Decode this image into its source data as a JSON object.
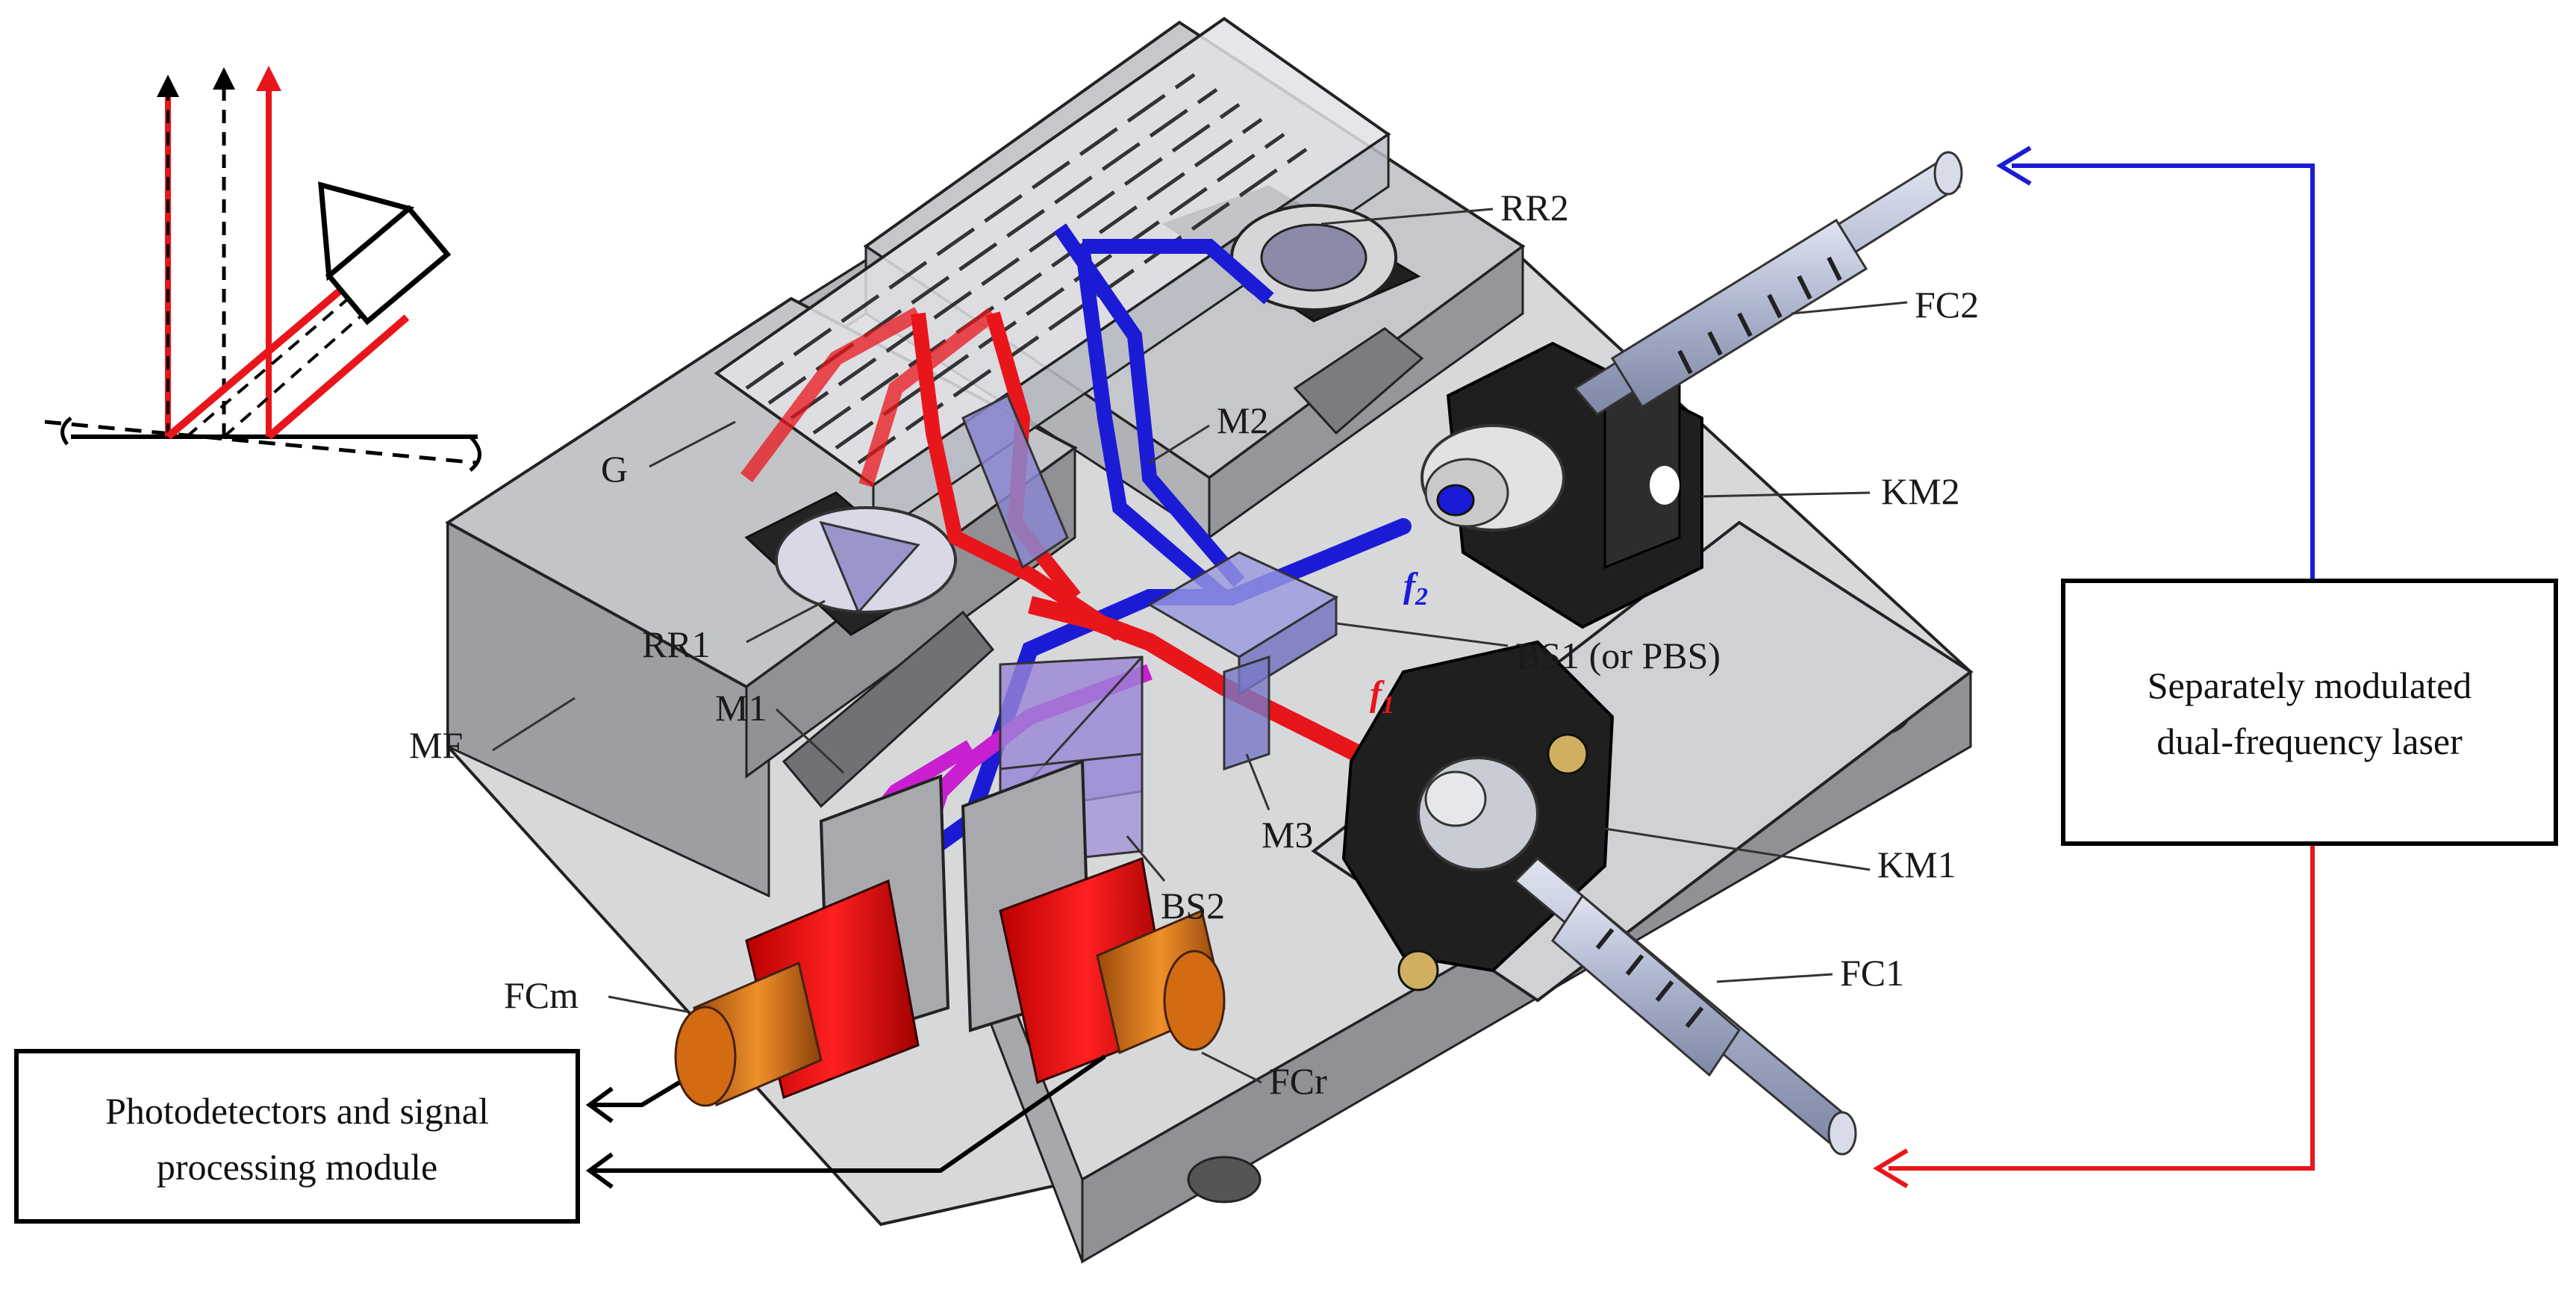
{
  "labels": {
    "rr2": "RR2",
    "fc2": "FC2",
    "m2": "M2",
    "g": "G",
    "km2": "KM2",
    "rr1": "RR1",
    "f2_base": "f",
    "f2_sub": "2",
    "bs1": "BS1 (or PBS)",
    "m1": "M1",
    "f1_base": "f",
    "f1_sub": "1",
    "mf": "MF",
    "m3": "M3",
    "km1": "KM1",
    "bs2": "BS2",
    "fc1": "FC1",
    "fcm": "FCm",
    "fcr": "FCr"
  },
  "laser_box": {
    "line1": "Separately modulated",
    "line2": "dual-frequency laser"
  },
  "detector_box": {
    "line1": "Photodetectors and signal",
    "line2": "processing module"
  },
  "colors": {
    "beam_f1": "#e8161b",
    "beam_f2": "#1b1bd6",
    "beam_mixed": "#c81fd1",
    "block": "#bfc1c3",
    "block_dark": "#8f9194",
    "fiber_connector": "#ff0000",
    "fiber_ferrule": "#d9731a",
    "fiber_cable": "#b8bfd4",
    "mount": "#222222"
  }
}
